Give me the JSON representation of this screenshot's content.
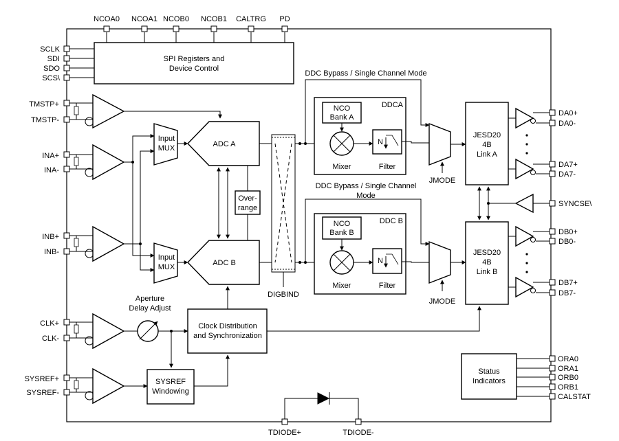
{
  "top_pins": [
    "NCOA0",
    "NCOA1",
    "NCOB0",
    "NCOB1",
    "CALTRG",
    "PD"
  ],
  "spi_pins": [
    "SCLK",
    "SDI",
    "SDO",
    "SCS\\"
  ],
  "spi_block": [
    "SPI Registers and",
    "Device Control"
  ],
  "tmst_pins": [
    "TMSTP+",
    "TMSTP-"
  ],
  "ina_pins": [
    "INA+",
    "INA-"
  ],
  "inb_pins": [
    "INB+",
    "INB-"
  ],
  "clk_pins": [
    "CLK+",
    "CLK-"
  ],
  "sysref_pins": [
    "SYSREF+",
    "SYSREF-"
  ],
  "input_mux": [
    "Input",
    "MUX"
  ],
  "adc_a": "ADC A",
  "adc_b": "ADC B",
  "over_range": [
    "Over-",
    "range"
  ],
  "digbind": "DIGBIND",
  "ddc_bypass_a": "DDC Bypass / Single Channel Mode",
  "ddc_bypass_b_line1": "DDC Bypass / Single Channel",
  "ddc_bypass_b_line2": "Mode",
  "ddca": "DDCA",
  "ddcb": "DDC B",
  "nco_bank_a": [
    "NCO",
    "Bank A"
  ],
  "nco_bank_b": [
    "NCO",
    "Bank B"
  ],
  "mixer": "Mixer",
  "filter": "Filter",
  "filter_n": "N",
  "jmode": "JMODE",
  "jesd_a": [
    "JESD20",
    "4B",
    "Link A"
  ],
  "jesd_b": [
    "JESD20",
    "4B",
    "Link B"
  ],
  "da_pins": [
    "DA0+",
    "DA0-",
    "DA7+",
    "DA7-"
  ],
  "db_pins": [
    "DB0+",
    "DB0-",
    "DB7+",
    "DB7-"
  ],
  "syncse": "SYNCSE\\",
  "aperture": [
    "Aperture",
    "Delay Adjust"
  ],
  "clock_dist": [
    "Clock Distribution",
    "and Synchronization"
  ],
  "sysref_win": [
    "SYSREF",
    "Windowing"
  ],
  "status": [
    "Status",
    "Indicators"
  ],
  "status_pins": [
    "ORA0",
    "ORA1",
    "ORB0",
    "ORB1",
    "CALSTAT"
  ],
  "tdiode_pins": [
    "TDIODE+",
    "TDIODE-"
  ]
}
